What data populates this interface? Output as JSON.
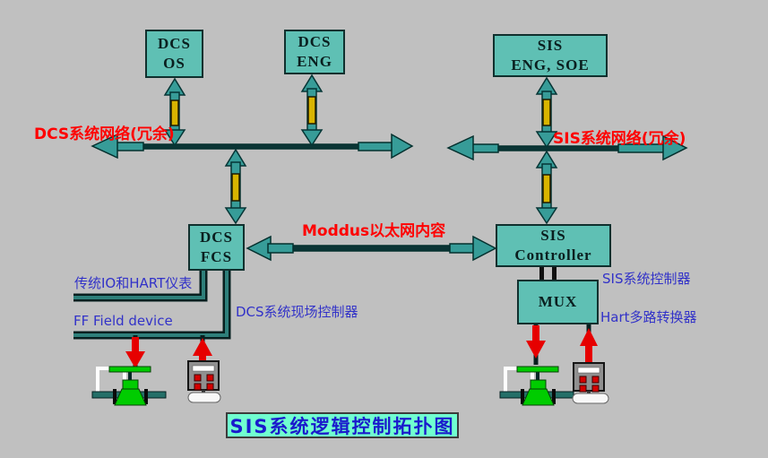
{
  "diagram": {
    "title": "SIS系统逻辑控制拓扑图",
    "nodes": {
      "dcs_os": "DCS\nOS",
      "dcs_eng": "DCS\nENG",
      "sis_eng_soe": "SIS\nENG, SOE",
      "dcs_fcs": "DCS\nFCS",
      "sis_controller": "SIS\nController",
      "mux": "MUX"
    },
    "labels": {
      "dcs_network": "DCS系统网络(冗余)",
      "sis_network": "SIS系统网络(冗余)",
      "modbus_ethernet": "Moddus以太网内容",
      "traditional_io": "传统IO和HART仪表",
      "ff_field_device": "FF Field device",
      "dcs_field_controller": "DCS系统现场控制器",
      "sis_system_controller": "SIS系统控制器",
      "hart_multiplexer": "Hart多路转换器"
    },
    "colors": {
      "background": "#C0C0C0",
      "node_fill": "#5FC0B4",
      "arrow_teal": "#379C98",
      "dark_line": "#0B3535",
      "highlight_yellow": "#D8B400",
      "label_red": "#FF0000",
      "label_blue": "#3232C8",
      "valve_green": "#00CC00",
      "title_fill": "#70FFD0",
      "flow_arrow_red": "#E60000"
    }
  }
}
